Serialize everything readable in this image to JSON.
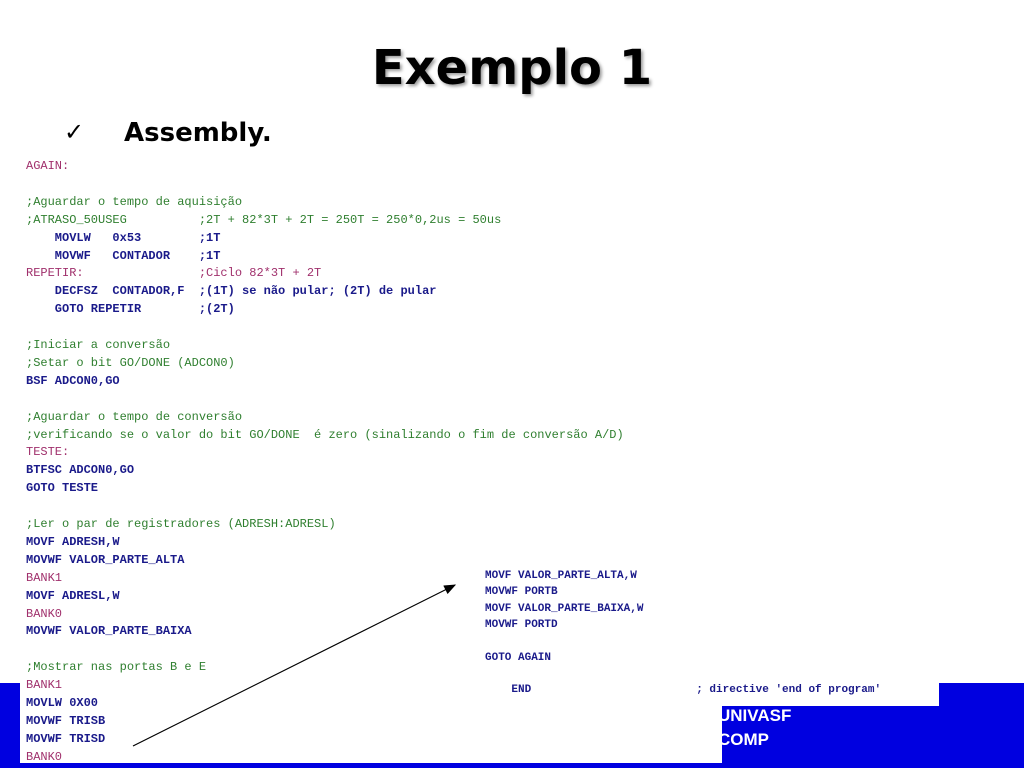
{
  "title": "Exemplo 1",
  "bullet": {
    "mark": "✓",
    "text": "Assembly."
  },
  "code_left": [
    {
      "t": "AGAIN:",
      "c": "#a0306c",
      "w": "normal"
    },
    {
      "t": "",
      "c": "#000000",
      "w": "normal"
    },
    {
      "t": ";Aguardar o tempo de aquisição",
      "c": "#2f7f2f",
      "w": "normal"
    },
    {
      "t": ";ATRASO_50USEG          ;2T + 82*3T + 2T = 250T = 250*0,2us = 50us",
      "c": "#2f7f2f",
      "w": "normal"
    },
    {
      "t": "    MOVLW   0x53        ;1T",
      "c": "#1a1a8a",
      "w": "bold"
    },
    {
      "t": "    MOVWF   CONTADOR    ;1T",
      "c": "#1a1a8a",
      "w": "bold"
    },
    {
      "t": "REPETIR:                ;Ciclo 82*3T + 2T",
      "c": "#a0306c",
      "w": "normal"
    },
    {
      "t": "    DECFSZ  CONTADOR,F  ;(1T) se não pular; (2T) de pular",
      "c": "#1a1a8a",
      "w": "bold"
    },
    {
      "t": "    GOTO REPETIR        ;(2T)",
      "c": "#1a1a8a",
      "w": "bold"
    },
    {
      "t": "",
      "c": "#000000",
      "w": "normal"
    },
    {
      "t": ";Iniciar a conversão",
      "c": "#2f7f2f",
      "w": "normal"
    },
    {
      "t": ";Setar o bit GO/DONE (ADCON0)",
      "c": "#2f7f2f",
      "w": "normal"
    },
    {
      "t": "BSF ADCON0,GO",
      "c": "#1a1a8a",
      "w": "bold"
    },
    {
      "t": "",
      "c": "#000000",
      "w": "normal"
    },
    {
      "t": ";Aguardar o tempo de conversão",
      "c": "#2f7f2f",
      "w": "normal"
    },
    {
      "t": ";verificando se o valor do bit GO/DONE  é zero (sinalizando o fim de conversão A/D)",
      "c": "#2f7f2f",
      "w": "normal"
    },
    {
      "t": "TESTE:",
      "c": "#a0306c",
      "w": "normal"
    },
    {
      "t": "BTFSC ADCON0,GO",
      "c": "#1a1a8a",
      "w": "bold"
    },
    {
      "t": "GOTO TESTE",
      "c": "#1a1a8a",
      "w": "bold"
    },
    {
      "t": "",
      "c": "#000000",
      "w": "normal"
    },
    {
      "t": ";Ler o par de registradores (ADRESH:ADRESL)",
      "c": "#2f7f2f",
      "w": "normal"
    },
    {
      "t": "MOVF ADRESH,W",
      "c": "#1a1a8a",
      "w": "bold"
    },
    {
      "t": "MOVWF VALOR_PARTE_ALTA",
      "c": "#1a1a8a",
      "w": "bold"
    },
    {
      "t": "BANK1",
      "c": "#a0306c",
      "w": "normal"
    },
    {
      "t": "MOVF ADRESL,W",
      "c": "#1a1a8a",
      "w": "bold"
    },
    {
      "t": "BANK0",
      "c": "#a0306c",
      "w": "normal"
    },
    {
      "t": "MOVWF VALOR_PARTE_BAIXA",
      "c": "#1a1a8a",
      "w": "bold"
    },
    {
      "t": "",
      "c": "#000000",
      "w": "normal"
    },
    {
      "t": ";Mostrar nas portas B e E",
      "c": "#2f7f2f",
      "w": "normal"
    },
    {
      "t": "BANK1",
      "c": "#a0306c",
      "w": "normal"
    },
    {
      "t": "MOVLW 0X00",
      "c": "#1a1a8a",
      "w": "bold"
    },
    {
      "t": "MOVWF TRISB",
      "c": "#1a1a8a",
      "w": "bold"
    },
    {
      "t": "MOVWF TRISD",
      "c": "#1a1a8a",
      "w": "bold"
    },
    {
      "t": "BANK0",
      "c": "#a0306c",
      "w": "normal"
    }
  ],
  "code_right": [
    {
      "t": "MOVF VALOR_PARTE_ALTA,W",
      "c": "#1a1a8a",
      "w": "bold"
    },
    {
      "t": "MOVWF PORTB",
      "c": "#1a1a8a",
      "w": "bold"
    },
    {
      "t": "MOVF VALOR_PARTE_BAIXA,W",
      "c": "#1a1a8a",
      "w": "bold"
    },
    {
      "t": "MOVWF PORTD",
      "c": "#1a1a8a",
      "w": "bold"
    },
    {
      "t": "",
      "c": "#000000",
      "w": "normal"
    },
    {
      "t": "GOTO AGAIN",
      "c": "#1a1a8a",
      "w": "bold"
    },
    {
      "t": "",
      "c": "#000000",
      "w": "normal"
    },
    {
      "t": "    END                         ; directive 'end of program'",
      "c": "#1a1a8a",
      "w": "bold"
    }
  ],
  "footer": {
    "line1": "UNIVASF",
    "line2": "COMP"
  },
  "colors": {
    "footer_bar": "#0000e0",
    "comment": "#2f7f2f",
    "label": "#a0306c",
    "instruction": "#1a1a8a"
  }
}
